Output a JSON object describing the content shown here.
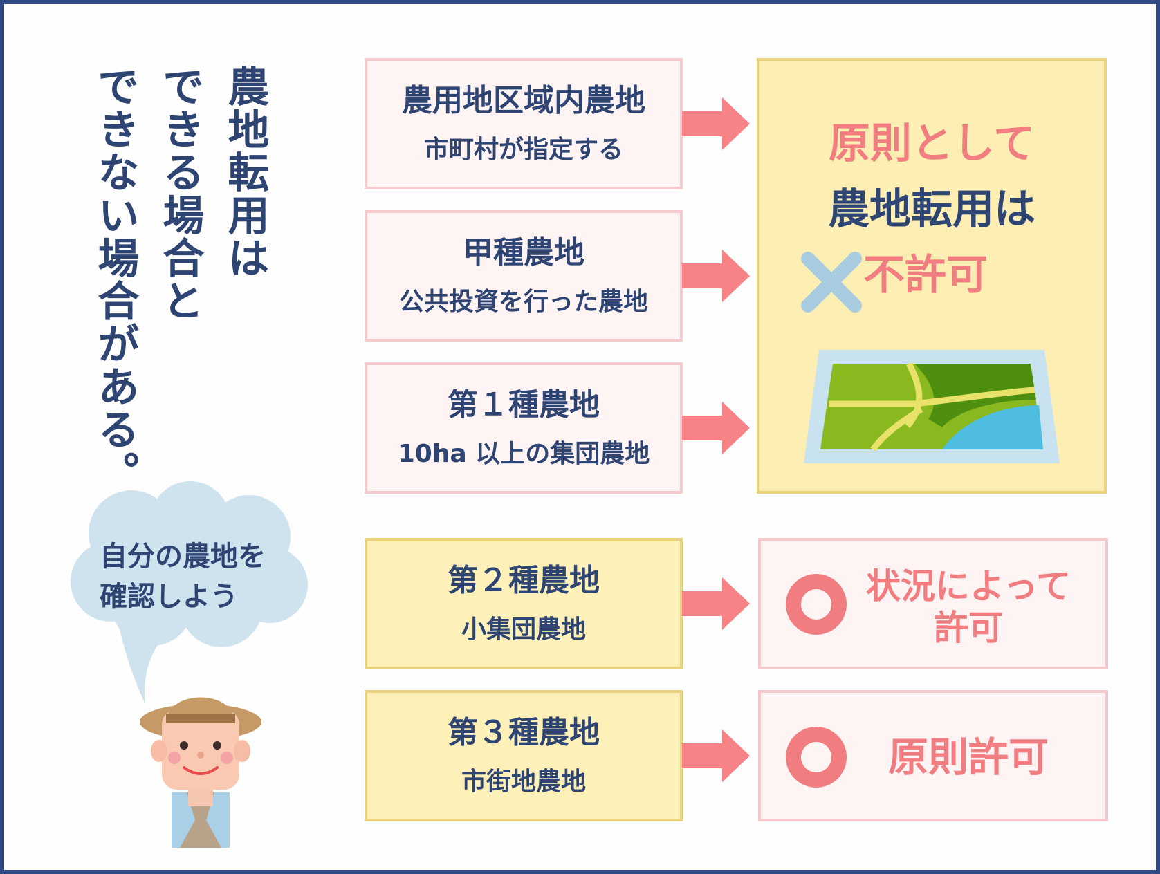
{
  "title": {
    "line1": "農地転用は",
    "line2": "できる場合と",
    "line3": "できない場合がある。"
  },
  "categories": [
    {
      "name": "農用地区域内農地",
      "desc": "市町村が指定する"
    },
    {
      "name": "甲種農地",
      "desc": "公共投資を行った農地"
    },
    {
      "name": "第１種農地",
      "desc": "10ha 以上の集団農地"
    },
    {
      "name": "第２種農地",
      "desc": "小集団農地"
    },
    {
      "name": "第３種農地",
      "desc": "市街地農地"
    }
  ],
  "result_main": {
    "line1": "原則として",
    "line2": "農地転用は",
    "verdict": "不許可",
    "icon": "cross-icon",
    "image": "farmland-map-icon"
  },
  "result_second": {
    "icon": "circle-ok-icon",
    "line1": "状況によって",
    "line2": "許可"
  },
  "result_third": {
    "icon": "circle-ok-icon",
    "text": "原則許可"
  },
  "speech": {
    "line1": "自分の農地を",
    "line2": "確認しよう",
    "character": "farmer-avatar"
  },
  "colors": {
    "navy": "#2e4472",
    "pink": "#f27d80",
    "arrow": "#f78387",
    "yellow_box": "#fdf0b8",
    "pink_box": "#fff4f4",
    "bubble": "#cfe3ef",
    "cross": "#a9cbe0"
  }
}
